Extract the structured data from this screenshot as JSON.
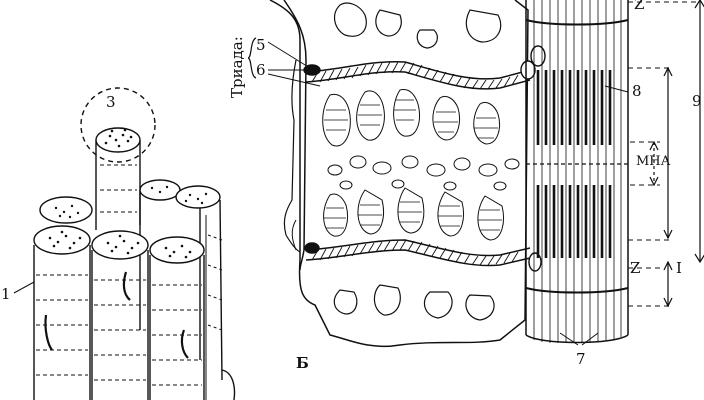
{
  "triad_label": "Триада:",
  "panel_b_letter": "Б",
  "labels": {
    "n1": "1",
    "n3": "3",
    "n5": "5",
    "n6": "6",
    "n7": "7",
    "n8": "8",
    "n9": "9",
    "z_top": "Z",
    "mha": "МНА",
    "z_bottom": "Z",
    "i_band": "I"
  },
  "colors": {
    "ink": "#111111",
    "background": "#ffffff"
  }
}
